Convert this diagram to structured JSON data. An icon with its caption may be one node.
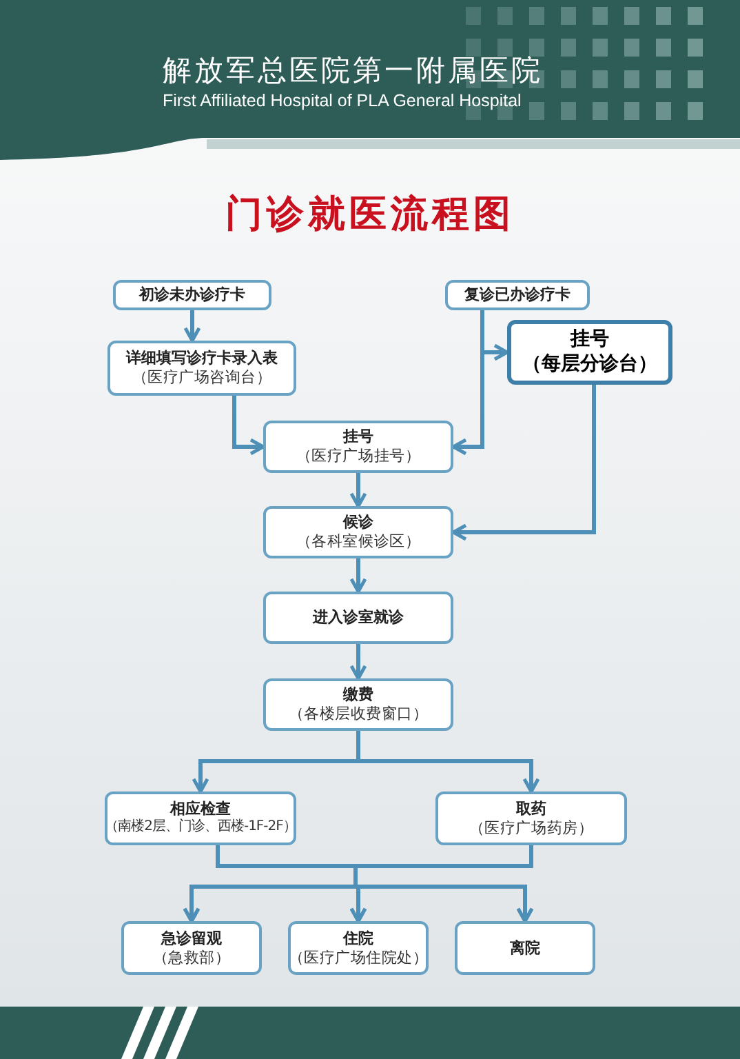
{
  "diagram": {
    "title": "门诊就医流程图",
    "nodes": [
      {
        "text": [
          "初诊未办诊疗卡"
        ]
      },
      {
        "text": [
          "详细填写诊疗卡录入表",
          "（医疗广场咨询台）"
        ]
      },
      {
        "text": [
          "复诊已办诊疗卡"
        ]
      },
      {
        "text": [
          "挂号",
          "（每层分诊台）"
        ]
      },
      {
        "text": [
          "挂号",
          "（医疗广场挂号）"
        ]
      },
      {
        "text": [
          "候诊",
          "（各科室候诊区）"
        ]
      },
      {
        "text": [
          "进入诊室就诊"
        ]
      },
      {
        "text": [
          "缴费",
          "（各楼层收费窗口）"
        ]
      },
      {
        "text": [
          "相应检查",
          "（南楼2层、门诊、西楼-1F-2F）"
        ]
      },
      {
        "text": [
          "取药",
          "（医疗广场药房）"
        ]
      },
      {
        "text": [
          "急诊留观",
          "（急救部）"
        ]
      },
      {
        "text": [
          "住院",
          "（医疗广场住院处）"
        ]
      },
      {
        "text": [
          "离院"
        ]
      }
    ],
    "edges": [
      {
        "from": 0,
        "to": 1,
        "arrow": "to"
      },
      {
        "from": 1,
        "to": 4,
        "arrow": "to"
      },
      {
        "from": 2,
        "to": 3,
        "arrow": "to"
      },
      {
        "from": 2,
        "to": 4,
        "arrow": "to"
      },
      {
        "from": 3,
        "to": 5,
        "arrow": "to"
      },
      {
        "from": 4,
        "to": 5,
        "arrow": "to"
      },
      {
        "from": 5,
        "to": 6,
        "arrow": "to"
      },
      {
        "from": 6,
        "to": 7,
        "arrow": "to"
      },
      {
        "from": 7,
        "to": 8,
        "arrow": "to"
      },
      {
        "from": 7,
        "to": 9,
        "arrow": "to"
      },
      {
        "from": 8,
        "to": 10,
        "arrow": "to"
      },
      {
        "from": 8,
        "to": 11,
        "arrow": "to"
      },
      {
        "from": 8,
        "to": 12,
        "arrow": "to"
      },
      {
        "from": 9,
        "to": 10,
        "arrow": "to"
      },
      {
        "from": 9,
        "to": 11,
        "arrow": "to"
      },
      {
        "from": 9,
        "to": 12,
        "arrow": "to"
      }
    ],
    "labels": [
      "解放军总医院第一附属医院",
      "First Affiliated Hospital of PLA General Hospital"
    ]
  }
}
